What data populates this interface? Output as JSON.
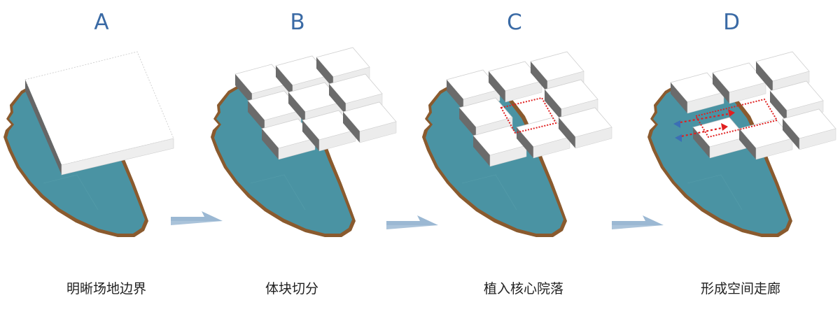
{
  "stages": [
    {
      "letter": "A",
      "caption": "明晰场地边界"
    },
    {
      "letter": "B",
      "caption": "体块切分"
    },
    {
      "letter": "C",
      "caption": "植入核心院落"
    },
    {
      "letter": "D",
      "caption": "形成空间走廊"
    }
  ],
  "colors": {
    "water": "#4a93a3",
    "shore": "#8a5a2e",
    "block_top": "#ffffff",
    "block_side": "#6b6b6b",
    "block_front": "#e9e9e9",
    "arrow": "#9bb8d3",
    "highlight": "#e02020",
    "corridor_arrow_blue": "#3b6fb5",
    "letter": "#3a6aa5"
  }
}
